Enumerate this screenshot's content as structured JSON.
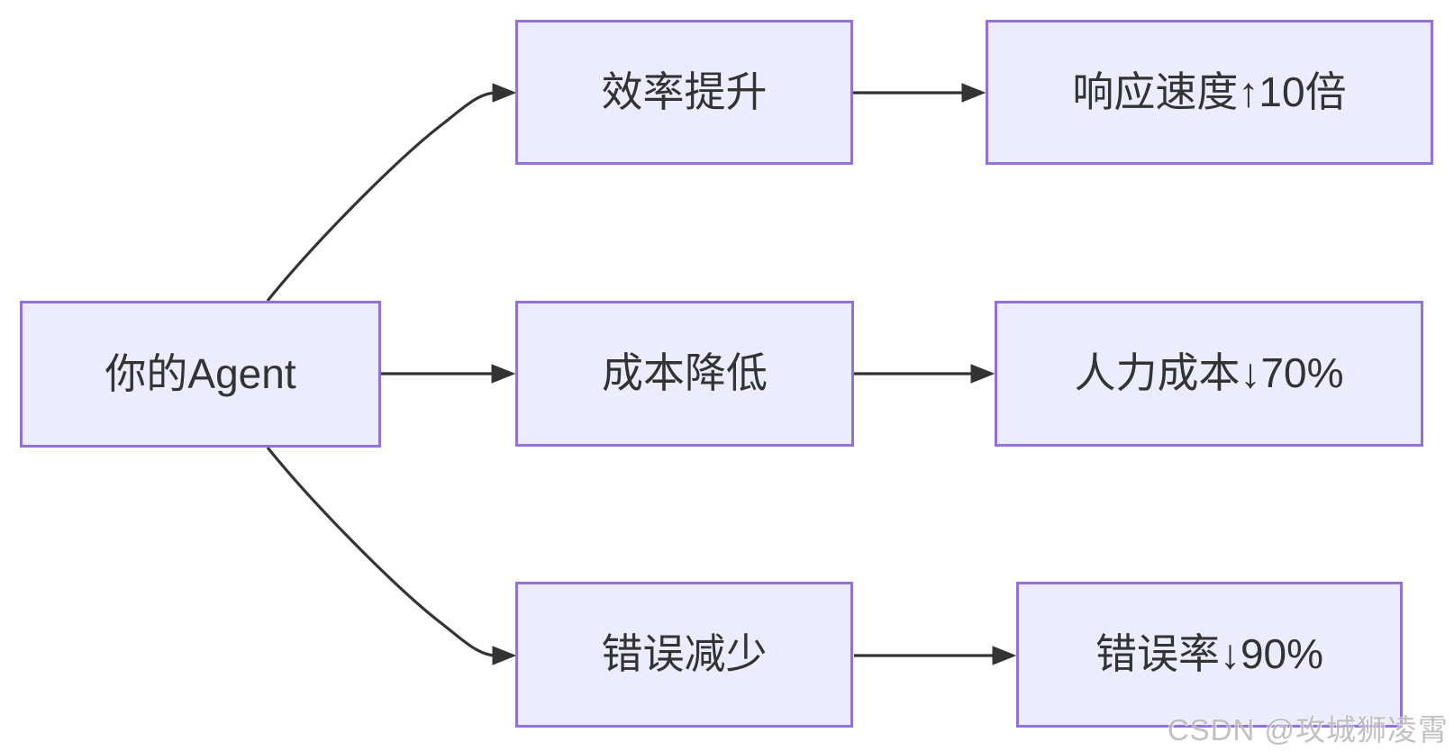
{
  "diagram": {
    "type": "flowchart-left-to-right",
    "nodes": {
      "agent": {
        "label": "你的Agent"
      },
      "efficiency": {
        "label": "效率提升"
      },
      "speed": {
        "label": "响应速度↑10倍"
      },
      "cost": {
        "label": "成本降低"
      },
      "labor": {
        "label": "人力成本↓70%"
      },
      "errors": {
        "label": "错误减少"
      },
      "error_rate": {
        "label": "错误率↓90%"
      }
    },
    "edges": [
      {
        "from": "agent",
        "to": "efficiency"
      },
      {
        "from": "agent",
        "to": "cost"
      },
      {
        "from": "agent",
        "to": "errors"
      },
      {
        "from": "efficiency",
        "to": "speed"
      },
      {
        "from": "cost",
        "to": "labor"
      },
      {
        "from": "errors",
        "to": "error_rate"
      }
    ]
  },
  "watermark": {
    "text": "CSDN @攻城狮凌霄"
  },
  "colors": {
    "background": "#ffffff",
    "node_fill": "#ECECFF",
    "node_border": "#9370DB",
    "edge_line": "#333333",
    "node_text": "#333333",
    "watermark_text": "#b9b6bb"
  }
}
